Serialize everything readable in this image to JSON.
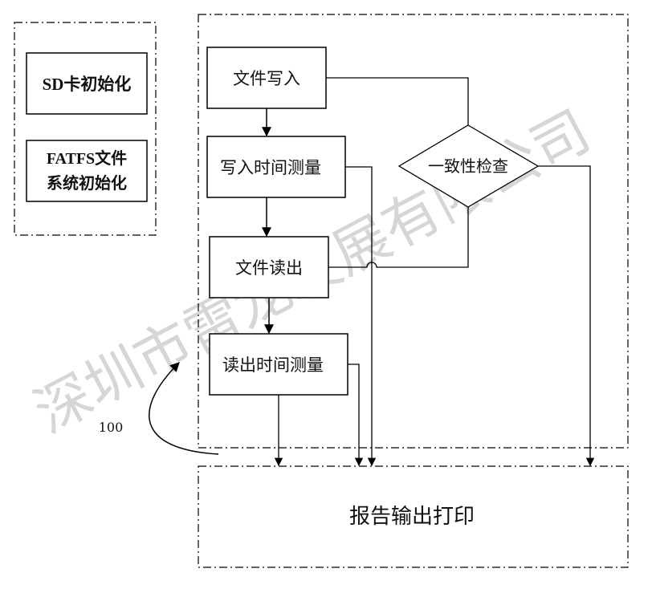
{
  "watermark": "深圳市雷龙发展有限公司",
  "init": {
    "sd_card_init": "SD卡初始化",
    "fatfs_init_line1": "FATFS文件",
    "fatfs_init_line2": "系统初始化"
  },
  "flow": {
    "file_write": "文件写入",
    "write_time_measure": "写入时间测量",
    "file_read": "文件读出",
    "read_time_measure": "读出时间测量",
    "consistency_check": "一致性检查"
  },
  "report": "报告输出打印",
  "reference_label": "100"
}
